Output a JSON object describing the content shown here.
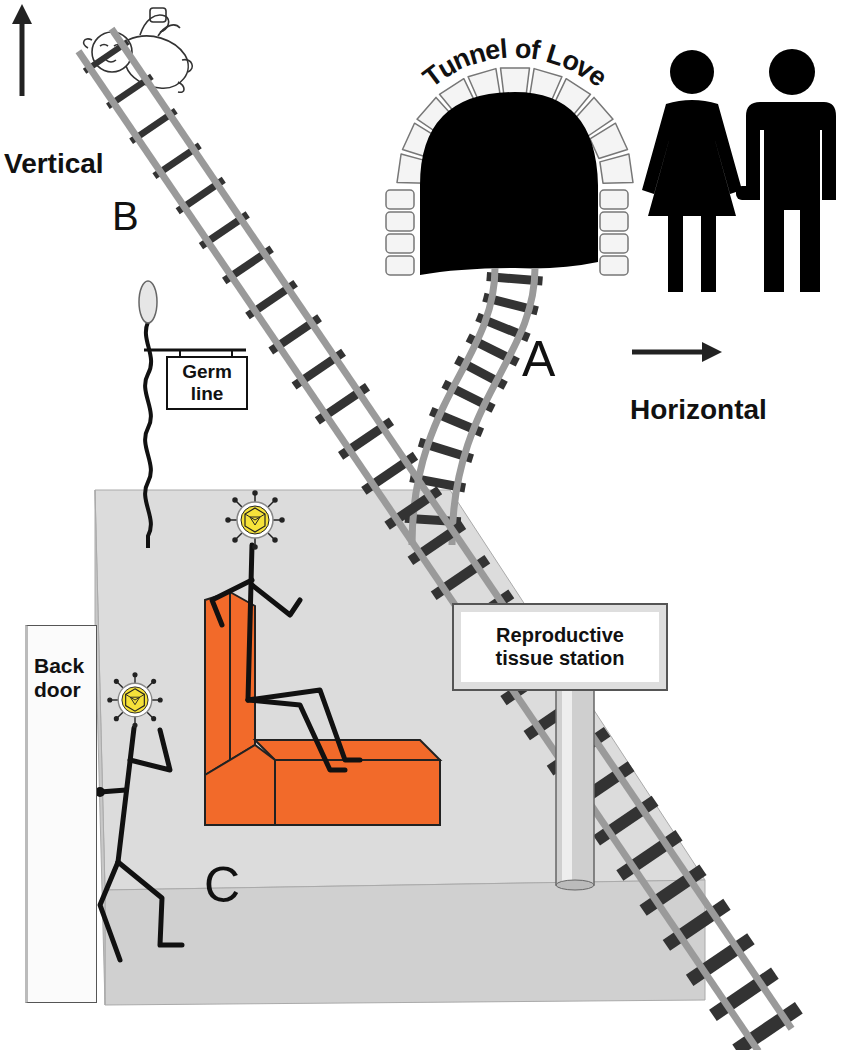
{
  "diagram": {
    "nodes": [
      {
        "text": [
          "Tunnel of Love"
        ]
      },
      {
        "text": [
          "Germ line"
        ]
      },
      {
        "text": [
          "Reproductive tissue station"
        ]
      },
      {
        "text": [
          "Back door"
        ]
      }
    ],
    "labels": [
      "Vertical",
      "B",
      "A",
      "Horizontal",
      "C"
    ]
  }
}
